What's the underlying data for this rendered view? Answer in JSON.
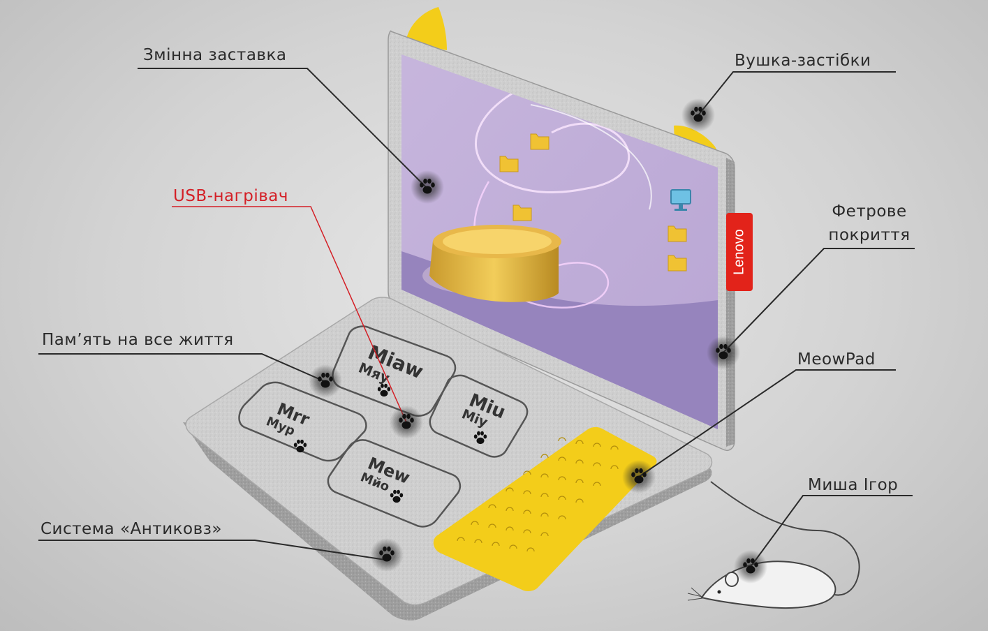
{
  "colors": {
    "background": "#d3d3d3",
    "felt": "#cfcfcf",
    "screen": "#c4b2dc",
    "accent_yellow": "#f3cd1a",
    "brand_red": "#e2231a",
    "leader_line": "#2a2a2a",
    "usb_leader": "#d41f26"
  },
  "brand": {
    "logo_text": "Lenovo"
  },
  "labels": {
    "replaceable_screen": "Змінна заставка",
    "ear_clips": "Вушка-застібки",
    "usb_heater": "USB-нагрівач",
    "felt_cover_line1": "Фетрове",
    "felt_cover_line2": "покриття",
    "lifetime_memory": "Пам’ять на все життя",
    "meowpad": "MeowPad",
    "mouse": "Миша Ігор",
    "antislip": "Система «Антиковз»"
  },
  "keys": [
    {
      "latin": "Miaw",
      "cyrillic": "Мяу"
    },
    {
      "latin": "Mrr",
      "cyrillic": "Мур"
    },
    {
      "latin": "Miu",
      "cyrillic": "Міу"
    },
    {
      "latin": "Mew",
      "cyrillic": "Мйо"
    }
  ],
  "icons": [
    "paw-icon",
    "folder-icon",
    "monitor-icon",
    "food-bowl-icon",
    "mouse-icon",
    "cat-ear-icon"
  ]
}
